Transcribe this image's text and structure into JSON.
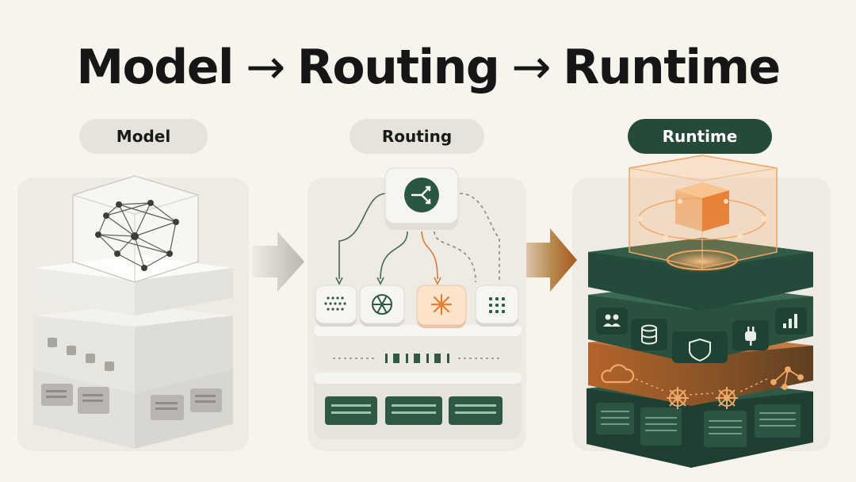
{
  "title": {
    "part1": "Model",
    "part2": "Routing",
    "part3": "Runtime",
    "arrow": "→"
  },
  "stages": [
    {
      "label": "Model",
      "active": false
    },
    {
      "label": "Routing",
      "active": false
    },
    {
      "label": "Runtime",
      "active": true
    }
  ],
  "colors": {
    "background": "#f7f4ee",
    "label_pill": "#e6e3dd",
    "active_pill": "#254a3a",
    "dark_green": "#254a3a",
    "copper": "#c86a28",
    "accent_orange": "#f08a3c"
  },
  "routing": {
    "router_icon": "router-split-icon",
    "provider_icons": [
      "dot-grid-icon",
      "openai-knot-icon",
      "asterisk-icon",
      "square-dots-icon"
    ]
  },
  "runtime": {
    "green_layer_icons": [
      "users-icon",
      "database-icon",
      "shield-icon",
      "plug-icon",
      "bar-chart-icon"
    ],
    "copper_layer_icons": [
      "cloud-icon",
      "helm-wheel-icon",
      "helm-wheel-icon",
      "network-graph-icon"
    ]
  }
}
